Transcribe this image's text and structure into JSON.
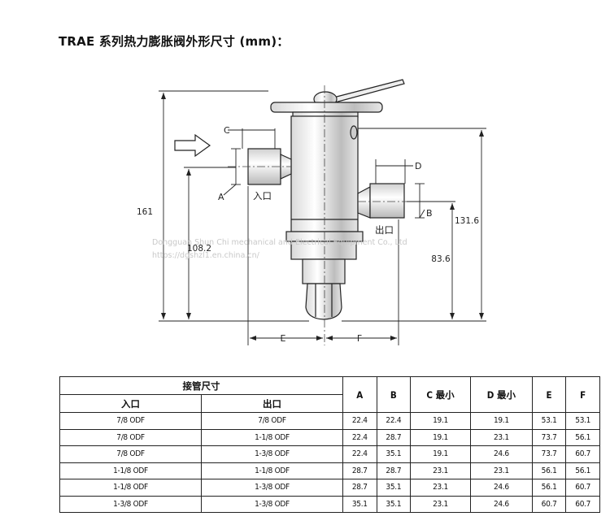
{
  "title": "TRAE 系列热力膨胀阀外形尺寸 (mm)：",
  "drawing": {
    "labels": {
      "inlet": "入口",
      "outlet": "出口",
      "A": "A",
      "B": "B",
      "C": "C",
      "D": "D",
      "E": "E",
      "F": "F"
    },
    "dims": {
      "total_height": "161",
      "right_height": "131.6",
      "inlet_height": "108.2",
      "outlet_height": "83.6"
    },
    "watermark": {
      "line1": "Dongguan Shun Chi mechanical and Electrical Equipment Co., Ltd",
      "line2": "https://dgshzl1.en.china.cn/"
    }
  },
  "table": {
    "group_header": "接管尺寸",
    "sub_headers": [
      "入口",
      "出口"
    ],
    "headers": [
      "A",
      "B",
      "C 最小",
      "D 最小",
      "E",
      "F"
    ],
    "rows": [
      [
        "7/8 ODF",
        "7/8 ODF",
        "22.4",
        "22.4",
        "19.1",
        "19.1",
        "53.1",
        "53.1"
      ],
      [
        "7/8 ODF",
        "1-1/8 ODF",
        "22.4",
        "28.7",
        "19.1",
        "23.1",
        "73.7",
        "56.1"
      ],
      [
        "7/8 ODF",
        "1-3/8 ODF",
        "22.4",
        "35.1",
        "19.1",
        "24.6",
        "73.7",
        "60.7"
      ],
      [
        "1-1/8 ODF",
        "1-1/8 ODF",
        "28.7",
        "28.7",
        "23.1",
        "23.1",
        "56.1",
        "56.1"
      ],
      [
        "1-1/8 ODF",
        "1-3/8 ODF",
        "28.7",
        "35.1",
        "23.1",
        "24.6",
        "56.1",
        "60.7"
      ],
      [
        "1-3/8 ODF",
        "1-3/8 ODF",
        "35.1",
        "35.1",
        "23.1",
        "24.6",
        "60.7",
        "60.7"
      ]
    ]
  }
}
